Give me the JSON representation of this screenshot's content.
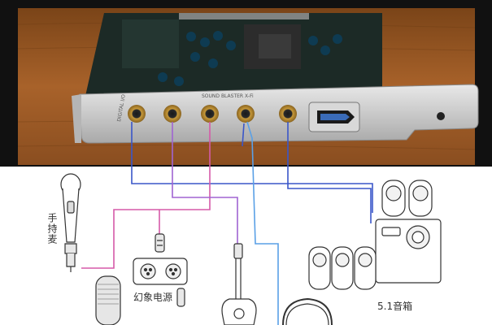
{
  "photo": {
    "card_text": "SOUND BLASTER X-Fi",
    "port_text": "DIGITAL I/O"
  },
  "labels": {
    "handheld_mic": "手持麦",
    "phantom_power": "幻象电源",
    "speakers": "5.1音箱"
  },
  "cables": {
    "blue": "#3a56c9",
    "magenta": "#d55aa8",
    "purple": "#a064d2",
    "light_blue": "#5aa0e6"
  }
}
